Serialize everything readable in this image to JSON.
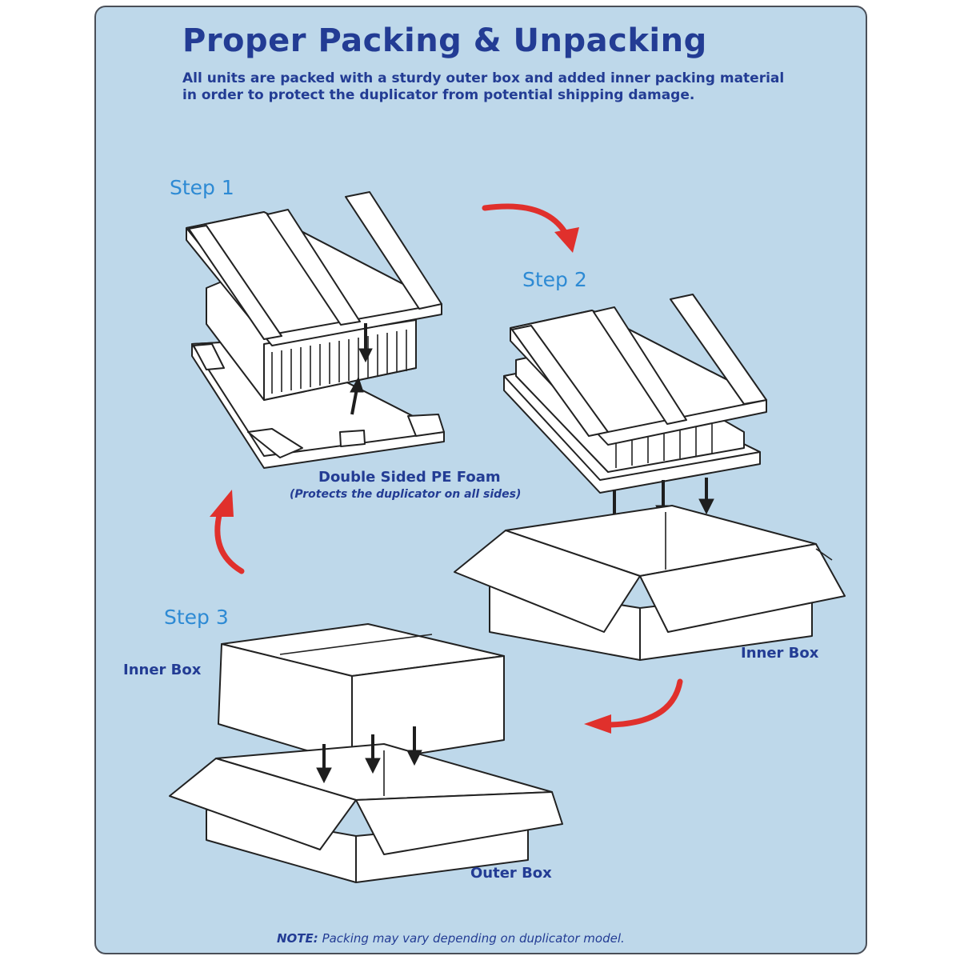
{
  "title": "Proper Packing & Unpacking",
  "intro": "All units are packed with a sturdy outer box and added inner packing material in order to protect the duplicator from potential shipping damage.",
  "steps": {
    "step1": "Step 1",
    "step2": "Step 2",
    "step3": "Step 3"
  },
  "labels": {
    "foam": "Double Sided PE Foam",
    "foam_sub": "(Protects the duplicator on all sides)",
    "inner_box_right": "Inner Box",
    "inner_box_left": "Inner Box",
    "outer_box": "Outer Box"
  },
  "note": {
    "prefix": "NOTE:",
    "text": " Packing may vary depending on duplicator model."
  },
  "colors": {
    "background": "#bed8ea",
    "heading": "#233c94",
    "step": "#2d8ad4",
    "arrow": "#e0302c"
  }
}
